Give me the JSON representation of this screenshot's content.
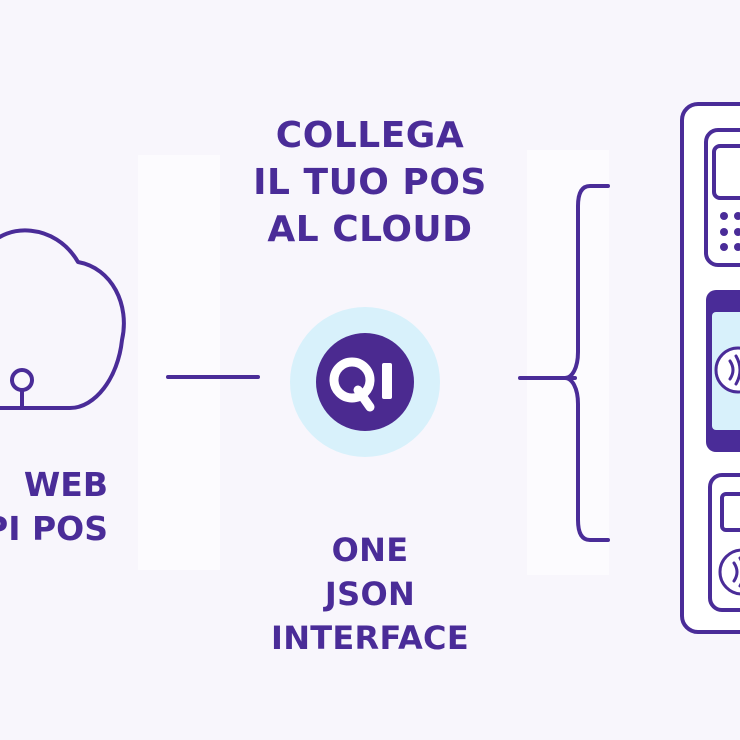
{
  "headline": {
    "line1": "COLLEGA",
    "line2": "IL TUO POS",
    "line3": "AL CLOUD"
  },
  "left_label": {
    "line1": "WEB",
    "line2": "PI POS"
  },
  "subline": {
    "line1": "ONE",
    "line2": "JSON",
    "line3": "INTERFACE"
  },
  "logo": {
    "text": "QI"
  },
  "colors": {
    "accent": "#4a2c98",
    "logo_halo": "#d8f1fb",
    "logo_fill": "#4b2a90",
    "background": "#f8f6fc"
  },
  "icons": [
    "cloud-icon",
    "connector-line",
    "qi-logo",
    "brace-icon",
    "pos-terminal-icon",
    "smartphone-nfc-icon",
    "card-reader-nfc-icon"
  ]
}
